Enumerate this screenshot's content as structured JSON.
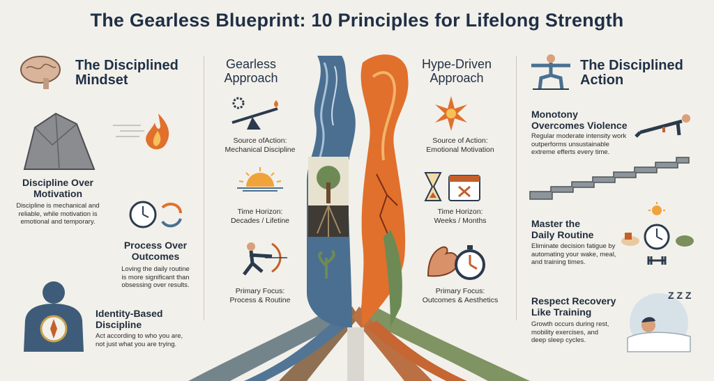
{
  "title": "The Gearless Blueprint: 10 Principles for Lifelong Strength",
  "mindset": {
    "title_line1": "The Disciplined",
    "title_line2": "Mindset",
    "discipline": {
      "heading_line1": "Discipline Over",
      "heading_line2": "Motivation",
      "text_line1": "Discipline is mechanical and",
      "text_line2": "reliable, while motivation is",
      "text_line3": "emotional and temporary."
    },
    "process": {
      "heading_line1": "Process Over",
      "heading_line2": "Outcomes",
      "text_line1": "Loving the daily routine",
      "text_line2": "is more significant than",
      "text_line3": "obsessing over results."
    },
    "identity": {
      "heading_line1": "Identity-Based",
      "heading_line2": "Discipline",
      "text_line1": "Act according to who you are,",
      "text_line2": "not just what you are trying."
    }
  },
  "gearless": {
    "title_line1": "Gearless",
    "title_line2": "Approach",
    "source_label": "Source ofAction:",
    "source_value": "Mechanical Discipline",
    "horizon_label": "Time Horizon:",
    "horizon_value": "Decades / Lifetine",
    "focus_label": "Primary Focus:",
    "focus_value": "Process & Routine"
  },
  "hype": {
    "title_line1": "Hype-Driven",
    "title_line2": "Approach",
    "source_label": "Source of Action:",
    "source_value": "Emotional Motivation",
    "horizon_label": "Time Horizon:",
    "horizon_value": "Weeks / Months",
    "focus_label": "Primary Focus:",
    "focus_value": "Outcomes & Aesthetics"
  },
  "action": {
    "title_line1": "The Disciplined",
    "title_line2": "Action",
    "monotony": {
      "heading_line1": "Monotony",
      "heading_line2": "Overcomes Violence",
      "text_line1": "Regular moderate intensity work",
      "text_line2": "outperforms unsustainable",
      "text_line3": "extreme efferts every time."
    },
    "routine": {
      "heading_line1": "Master the",
      "heading_line2": "Daily Routine",
      "text_line1": "Eliminate decision fatigue by",
      "text_line2": "automating your wake, meal,",
      "text_line3": "and training times."
    },
    "recovery": {
      "heading_line1": "Respect Recovery",
      "heading_line2": "Like Training",
      "text_line1": "Growth occurs during rest,",
      "text_line2": "mobility exercises, and",
      "text_line3": "deep sleep cycles."
    }
  },
  "sleep_glyph": "Z Z Z",
  "colors": {
    "navy": "#1f3047",
    "blue_stream": "#4a6f91",
    "orange_flame": "#e0702c",
    "green_root": "#6d8a55",
    "background": "#f2f0ea"
  }
}
